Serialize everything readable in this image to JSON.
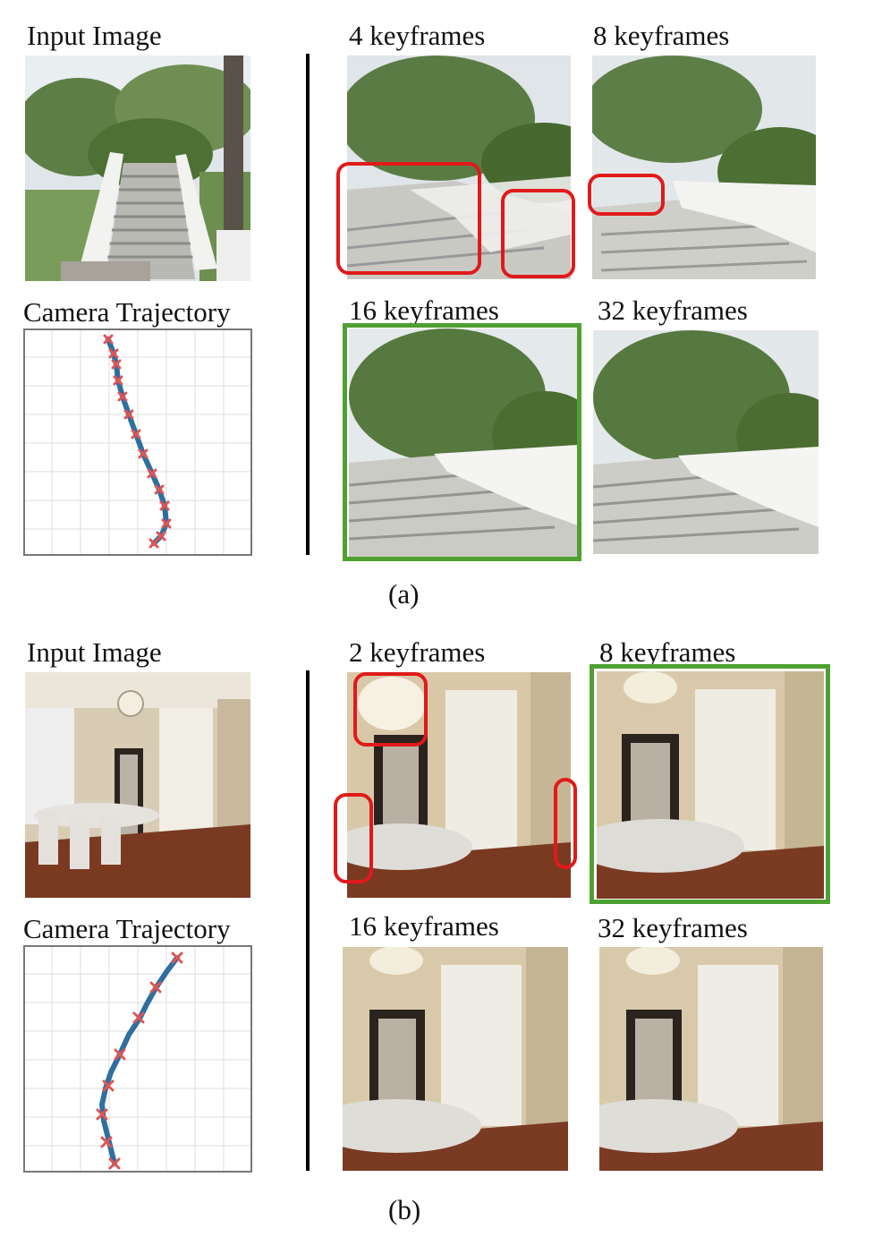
{
  "panel_a": {
    "input_label": "Input Image",
    "trajectory_label": "Camera Trajectory",
    "frames": [
      "4 keyframes",
      "8 keyframes",
      "16 keyframes",
      "32 keyframes"
    ],
    "caption": "(a)",
    "best": "16 keyframes"
  },
  "panel_b": {
    "input_label": "Input Image",
    "trajectory_label": "Camera Trajectory",
    "frames": [
      "2 keyframes",
      "8 keyframes",
      "16 keyframes",
      "32 keyframes"
    ],
    "caption": "(b)",
    "best": "8 keyframes"
  },
  "colors": {
    "artifact_box": "#e01a1a",
    "best_box": "#4fa032",
    "trajectory_line": "#2f6f9f",
    "trajectory_marker": "#e05555"
  }
}
